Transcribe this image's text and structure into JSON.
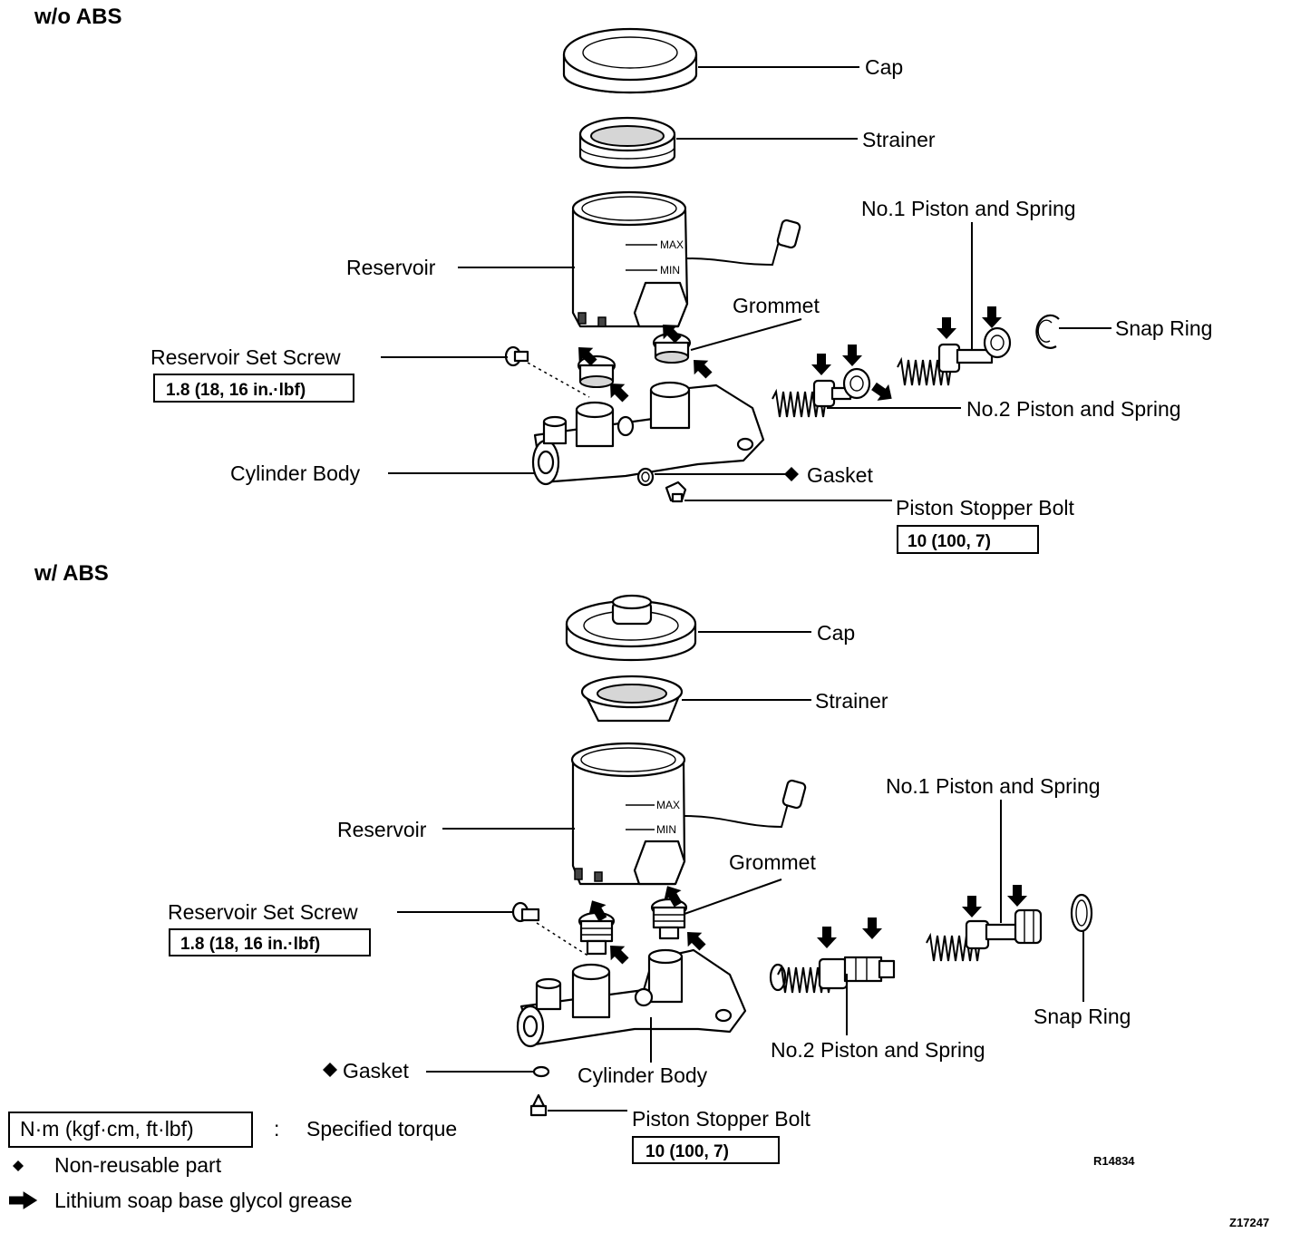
{
  "sections": {
    "top": {
      "heading": "w/o ABS",
      "labels": {
        "cap": "Cap",
        "strainer": "Strainer",
        "reservoir": "Reservoir",
        "grommet": "Grommet",
        "no1_piston": "No.1 Piston and Spring",
        "snap_ring": "Snap Ring",
        "set_screw": "Reservoir Set Screw",
        "no2_piston": "No.2 Piston and Spring",
        "cylinder_body": "Cylinder Body",
        "gasket": "Gasket",
        "stopper_bolt": "Piston Stopper Bolt"
      },
      "torques": {
        "set_screw": "1.8 (18, 16 in.·lbf)",
        "stopper_bolt": "10 (100, 7)"
      },
      "reservoir_marks": {
        "max": "MAX",
        "min": "MIN"
      }
    },
    "bottom": {
      "heading": "w/ ABS",
      "labels": {
        "cap": "Cap",
        "strainer": "Strainer",
        "reservoir": "Reservoir",
        "grommet": "Grommet",
        "no1_piston": "No.1 Piston and Spring",
        "set_screw": "Reservoir Set Screw",
        "snap_ring": "Snap Ring",
        "no2_piston": "No.2 Piston and Spring",
        "gasket": "Gasket",
        "cylinder_body": "Cylinder Body",
        "stopper_bolt": "Piston Stopper Bolt"
      },
      "torques": {
        "set_screw": "1.8 (18, 16 in.·lbf)",
        "stopper_bolt": "10 (100, 7)"
      },
      "reservoir_marks": {
        "max": "MAX",
        "min": "MIN"
      }
    }
  },
  "legend": {
    "torque_unit": "N·m (kgf·cm, ft·lbf)",
    "separator": ":",
    "torque_text": "Specified torque",
    "nonreusable_text": "Non-reusable part",
    "grease_text": "Lithium soap base glycol grease"
  },
  "figure_codes": {
    "inner": "R14834",
    "outer": "Z17247"
  }
}
